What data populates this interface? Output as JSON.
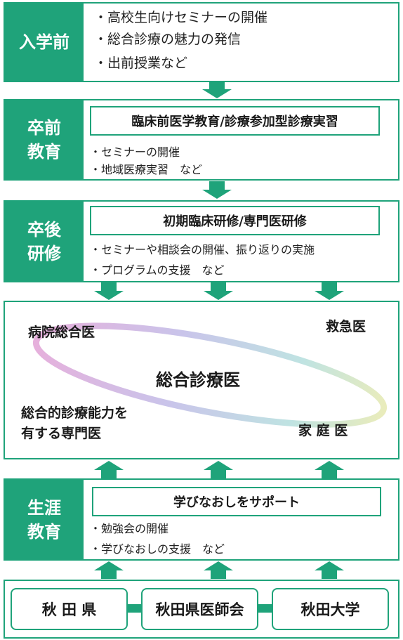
{
  "stage1": {
    "label": "入学前",
    "items": [
      "・高校生向けセミナーの開催",
      "・総合診療の魅力の発信",
      "・出前授業など"
    ]
  },
  "stage2": {
    "label": "卒前\n教育",
    "heading": "臨床前医学教育/診療参加型診療実習",
    "items": [
      "・セミナーの開催",
      "・地域医療実習　など"
    ]
  },
  "stage3": {
    "label": "卒後\n研修",
    "heading": "初期臨床研修/専門医研修",
    "items": [
      "・セミナーや相談会の開催、振り返りの実施",
      "・プログラムの支援　など"
    ]
  },
  "center": {
    "title": "総合診療医",
    "top_left": "病院総合医",
    "top_right": "救急医",
    "bottom_left_1": "総合的診療能力を",
    "bottom_left_2": "有する専門医",
    "bottom_right": "家 庭 医"
  },
  "stage4": {
    "label": "生涯\n教育",
    "heading": "学びなおしをサポート",
    "items": [
      "・勉強会の開催",
      "・学びなおしの支援　など"
    ]
  },
  "orgs": [
    "秋 田 県",
    "秋田県医師会",
    "秋田大学"
  ],
  "colors": {
    "accent": "#1fa37a"
  }
}
